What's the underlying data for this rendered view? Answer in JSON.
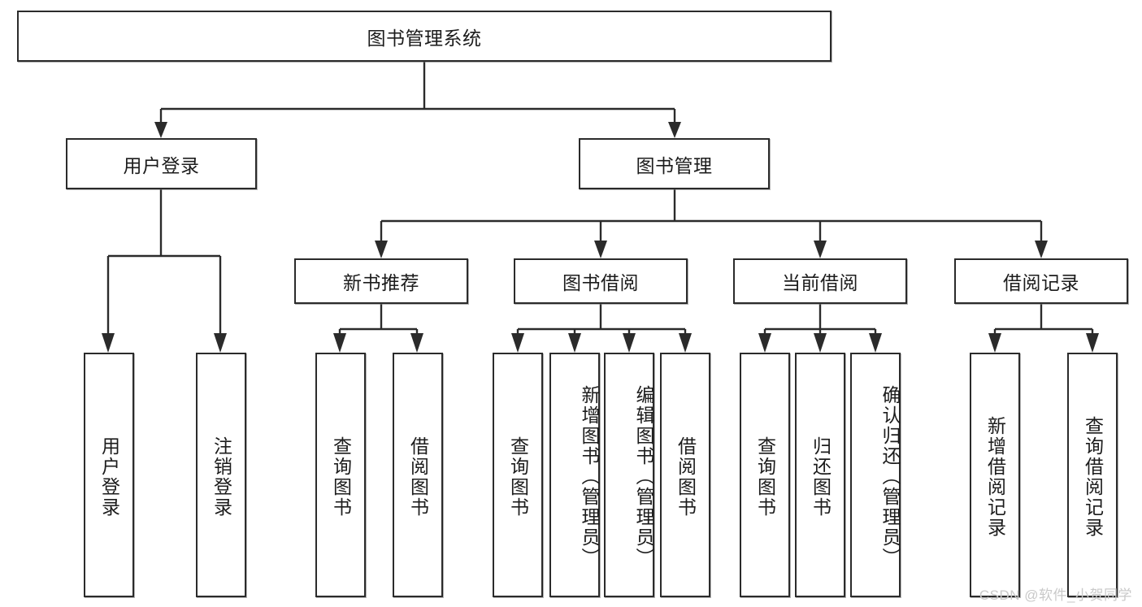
{
  "diagram": {
    "type": "tree-hierarchy",
    "title": "图书管理系统",
    "watermark": "CSDN @软件_小贺同学",
    "colors": {
      "box_border": "#2b2b2b",
      "box_fill": "#ffffff",
      "connector": "#2b2b2b",
      "text": "#1c1c1c",
      "watermark": "#c9c9c9"
    },
    "levels": {
      "root": {
        "label": "图书管理系统"
      },
      "level1": [
        {
          "label": "用户登录"
        },
        {
          "label": "图书管理"
        }
      ],
      "level2": [
        {
          "label": "新书推荐"
        },
        {
          "label": "图书借阅"
        },
        {
          "label": "当前借阅"
        },
        {
          "label": "借阅记录"
        }
      ],
      "leaves": {
        "user_login": [
          {
            "label": "用户登录"
          },
          {
            "label": "注销登录"
          }
        ],
        "new_book_recommend": [
          {
            "label": "查询图书"
          },
          {
            "label": "借阅图书"
          }
        ],
        "book_borrow": [
          {
            "label": "查询图书"
          },
          {
            "label": "新增图书（管理员）"
          },
          {
            "label": "编辑图书（管理员）"
          },
          {
            "label": "借阅图书"
          }
        ],
        "current_borrow": [
          {
            "label": "查询图书"
          },
          {
            "label": "归还图书"
          },
          {
            "label": "确认归还（管理员）"
          }
        ],
        "borrow_record": [
          {
            "label": "新增借阅记录"
          },
          {
            "label": "查询借阅记录"
          }
        ]
      }
    }
  }
}
